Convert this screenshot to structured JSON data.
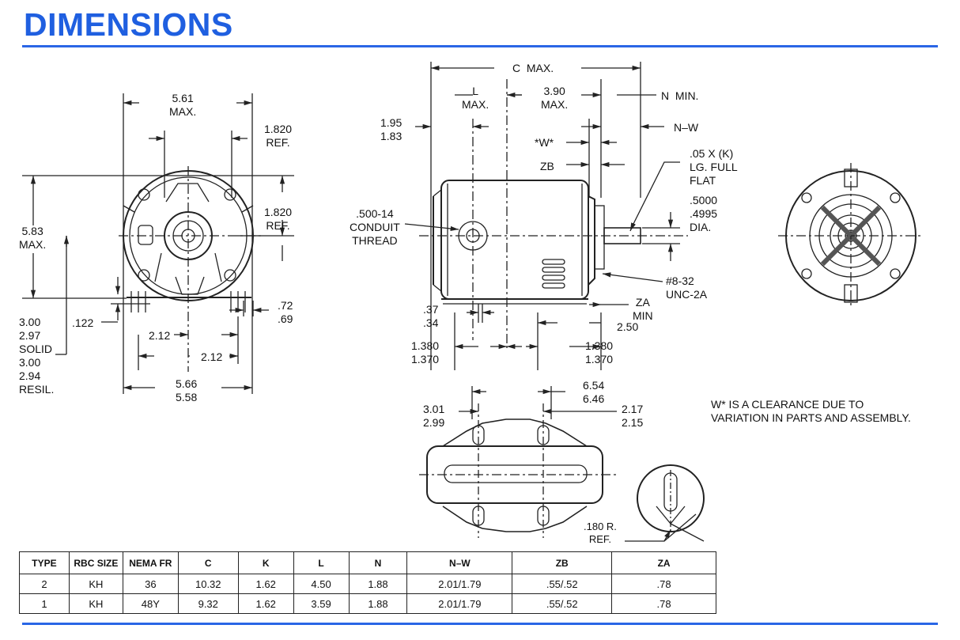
{
  "header": {
    "title": "DIMENSIONS"
  },
  "colors": {
    "accent": "#1f5fe0",
    "rule": "#2a66e6",
    "line": "#222222"
  },
  "labels": {
    "front_561": "5.61\nMAX.",
    "front_1820_top": "1.820\nREF.",
    "front_1820_mid": "1.820\nREF.",
    "front_583": "5.83\nMAX.",
    "front_0122": ".122",
    "front_300_solid": "3.00\n2.97\nSOLID\n3.00\n2.94\nRESIL.",
    "front_072": ".72\n.69",
    "front_212_a": "2.12",
    "front_212_b": "2.12",
    "front_566": "5.66\n5.58",
    "side_cmax": "C  MAX.",
    "side_l": "L\nMAX.",
    "side_390": "3.90\nMAX.",
    "side_nmin": "N  MIN.",
    "side_195": "1.95\n1.83",
    "side_nw": "N–W",
    "side_w": "*W*",
    "side_zb": "ZB",
    "side_005": ".05 X (K)\nLG. FULL\nFLAT",
    "side_conduit": ".500-14\nCONDUIT\nTHREAD",
    "side_5000": ".5000\n.4995\nDIA.",
    "side_832": "#8-32\nUNC-2A",
    "side_037": ".37\n.34",
    "side_zamin": "ZA\nMIN",
    "side_250": "2.50",
    "side_1380_l": "1.380\n1.370",
    "side_1380_r": "1.380\n1.370",
    "base_654": "6.54\n6.46",
    "base_301": "3.01\n2.99",
    "base_217": "2.17\n2.15",
    "base_180": ".180 R.\nREF.",
    "note": "W* IS A CLEARANCE DUE TO\nVARIATION IN PARTS AND ASSEMBLY."
  },
  "table": {
    "headers": [
      "TYPE",
      "RBC SIZE",
      "NEMA FR",
      "C",
      "K",
      "L",
      "N",
      "N–W",
      "ZB",
      "ZA"
    ],
    "rows": [
      [
        "2",
        "KH",
        "36",
        "10.32",
        "1.62",
        "4.50",
        "1.88",
        "2.01/1.79",
        ".55/.52",
        ".78"
      ],
      [
        "1",
        "KH",
        "48Y",
        "9.32",
        "1.62",
        "3.59",
        "1.88",
        "2.01/1.79",
        ".55/.52",
        ".78"
      ]
    ]
  }
}
